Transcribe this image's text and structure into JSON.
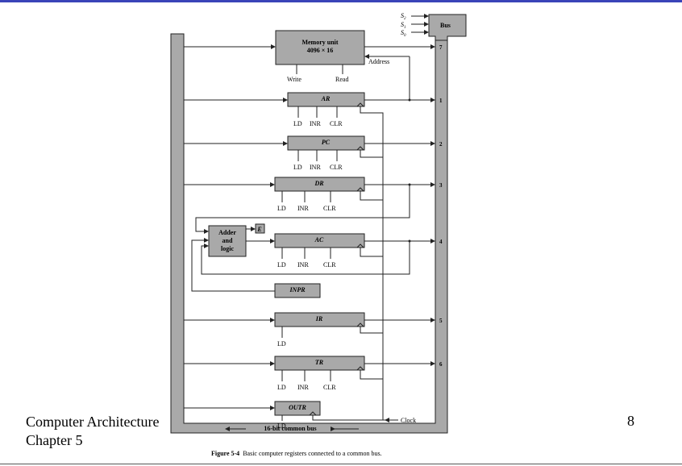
{
  "slide": {
    "footer_title": "Computer Architecture",
    "footer_chapter": "Chapter 5",
    "page_number": "8"
  },
  "diagram": {
    "memory_unit": {
      "title": "Memory unit",
      "size": "4096 × 16"
    },
    "address_label": "Address",
    "write_label": "Write",
    "read_label": "Read",
    "bus_label": "Bus",
    "select_lines": [
      "S",
      "S",
      "S"
    ],
    "select_subscripts": [
      "2",
      "1",
      "0"
    ],
    "registers": [
      {
        "name": "AR",
        "controls": [
          "LD",
          "INR",
          "CLR"
        ],
        "bus_number": "1"
      },
      {
        "name": "PC",
        "controls": [
          "LD",
          "INR",
          "CLR"
        ],
        "bus_number": "2"
      },
      {
        "name": "DR",
        "controls": [
          "LD",
          "INR",
          "CLR"
        ],
        "bus_number": "3"
      },
      {
        "name": "AC",
        "controls": [
          "LD",
          "INR",
          "CLR"
        ],
        "bus_number": "4"
      },
      {
        "name": "INPR",
        "controls": [],
        "bus_number": ""
      },
      {
        "name": "IR",
        "controls": [
          "LD"
        ],
        "bus_number": "5"
      },
      {
        "name": "TR",
        "controls": [
          "LD",
          "INR",
          "CLR"
        ],
        "bus_number": "6"
      },
      {
        "name": "OUTR",
        "controls": [
          "LD"
        ],
        "bus_number": ""
      }
    ],
    "memory_bus_number": "7",
    "adder": {
      "line1": "Adder",
      "line2": "and",
      "line3": "logic"
    },
    "e_flag": "E",
    "clock_label": "Clock",
    "common_bus_label": "16-bit common bus",
    "caption_prefix": "Figure 5-4",
    "caption_text": "Basic computer registers connected to a common bus."
  }
}
